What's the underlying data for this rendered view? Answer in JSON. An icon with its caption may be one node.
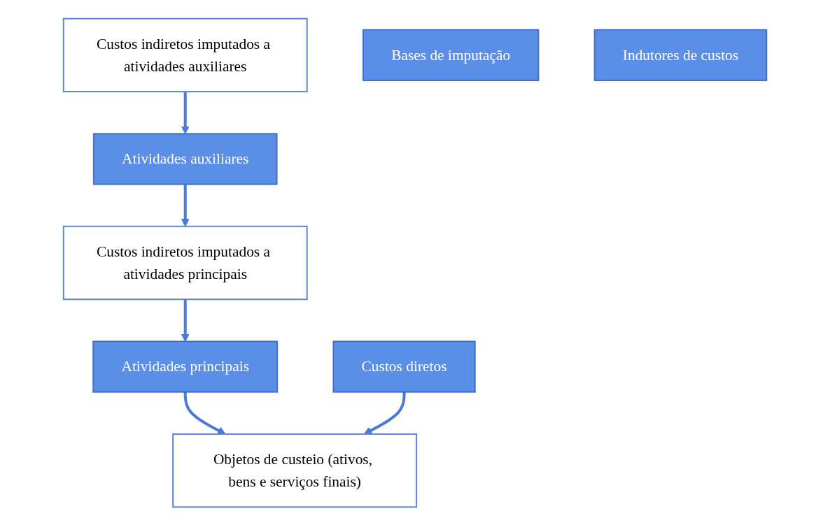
{
  "diagram": {
    "nodes": [
      {
        "text": [
          "Custos indiretos imputados a atividades auxiliares"
        ]
      },
      {
        "text": [
          "Atividades auxiliares"
        ]
      },
      {
        "text": [
          "Custos indiretos imputados a atividades principais"
        ]
      },
      {
        "text": [
          "Atividades principais"
        ]
      },
      {
        "text": [
          "Objetos de custeio (ativos, bens e serviços finais)"
        ]
      },
      {
        "text": [
          "Custos diretos"
        ]
      },
      {
        "text": [
          "Bases de imputação"
        ]
      },
      {
        "text": [
          "Indutores de custos"
        ]
      }
    ],
    "edges": [
      {
        "from": 0,
        "to": 1,
        "arrow": "to"
      },
      {
        "from": 1,
        "to": 2,
        "arrow": "to"
      },
      {
        "from": 2,
        "to": 3,
        "arrow": "to"
      },
      {
        "from": 3,
        "to": 4,
        "arrow": "to"
      },
      {
        "from": 5,
        "to": 4,
        "arrow": "to"
      }
    ]
  }
}
